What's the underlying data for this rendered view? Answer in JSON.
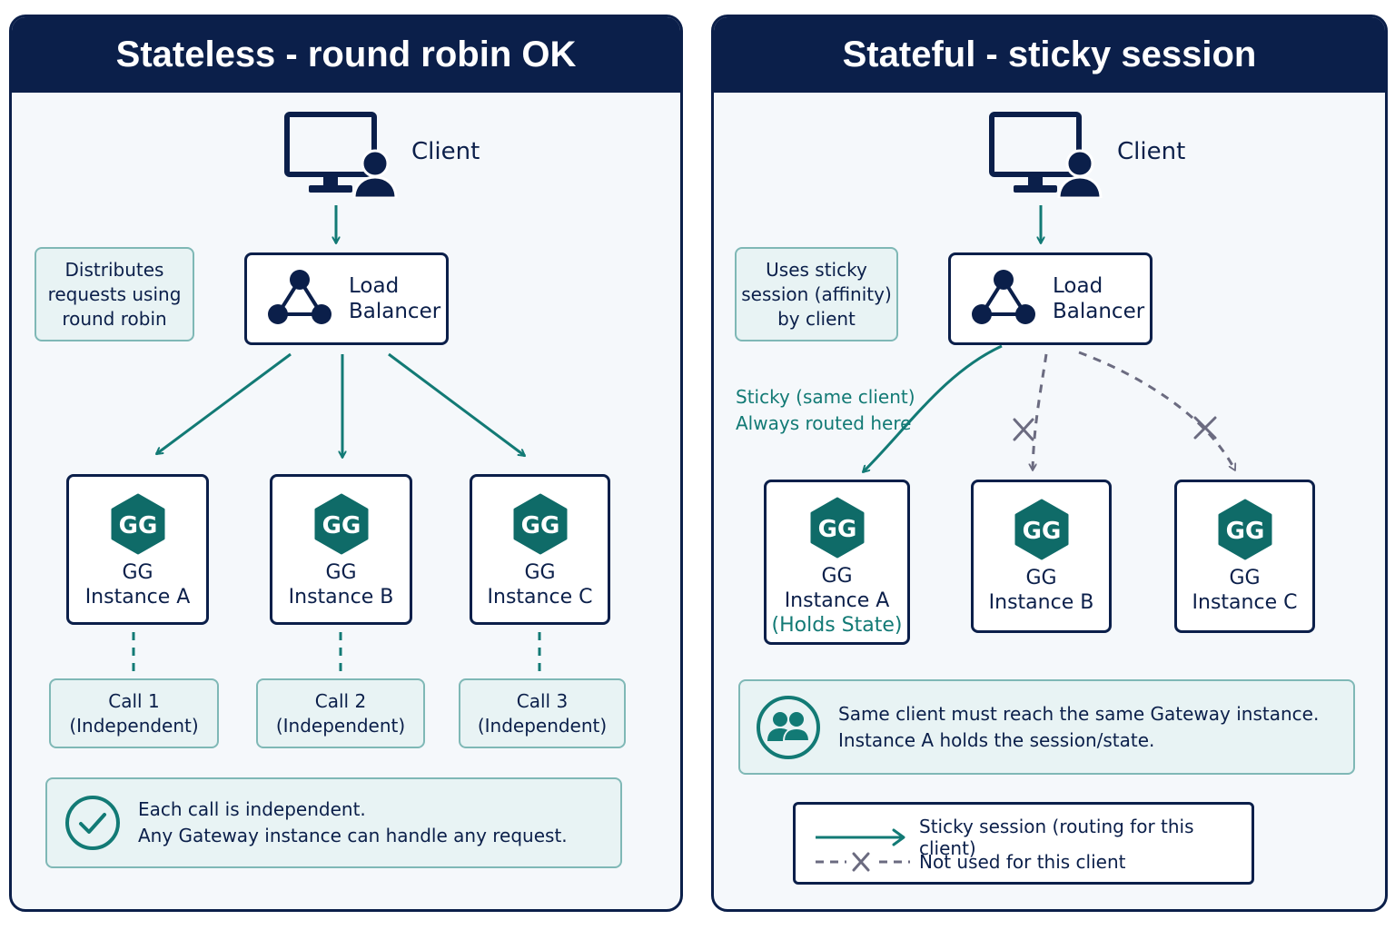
{
  "left": {
    "title": "Stateless - round robin OK",
    "client_label": "Client",
    "note": [
      "Distributes",
      "requests using",
      "round robin"
    ],
    "load_balancer": [
      "Load",
      "Balancer"
    ],
    "instances": [
      {
        "badge": "GG",
        "line1": "GG",
        "line2": "Instance A"
      },
      {
        "badge": "GG",
        "line1": "GG",
        "line2": "Instance B"
      },
      {
        "badge": "GG",
        "line1": "GG",
        "line2": "Instance C"
      }
    ],
    "calls": [
      {
        "line1": "Call 1",
        "line2": "(Independent)"
      },
      {
        "line1": "Call 2",
        "line2": "(Independent)"
      },
      {
        "line1": "Call 3",
        "line2": "(Independent)"
      }
    ],
    "summary": [
      "Each call is independent.",
      "Any Gateway instance can handle any request."
    ]
  },
  "right": {
    "title": "Stateful - sticky session",
    "client_label": "Client",
    "note": [
      "Uses sticky",
      "session (affinity)",
      "by client"
    ],
    "load_balancer": [
      "Load",
      "Balancer"
    ],
    "sticky_label": [
      "Sticky (same client)",
      "Always routed here"
    ],
    "instances": [
      {
        "badge": "GG",
        "line1": "GG",
        "line2": "Instance A",
        "line3": "(Holds State)"
      },
      {
        "badge": "GG",
        "line1": "GG",
        "line2": "Instance B"
      },
      {
        "badge": "GG",
        "line1": "GG",
        "line2": "Instance C"
      }
    ],
    "summary": [
      "Same client must reach the same Gateway instance.",
      "Instance A holds the session/state."
    ],
    "legend": {
      "sticky": "Sticky session (routing for this client)",
      "not_used": "Not used for this client"
    }
  },
  "colors": {
    "navy": "#0b1f4a",
    "teal": "#127a75",
    "badge": "#0f6b68",
    "note_bg": "#e8f3f4",
    "note_border": "#7fb8b6",
    "dashed_gray": "#6b6b80"
  },
  "icons": [
    "desktop-client-icon",
    "load-balancer-icon",
    "gg-hexagon-icon",
    "check-circle-icon",
    "users-icon",
    "x-mark-icon"
  ]
}
